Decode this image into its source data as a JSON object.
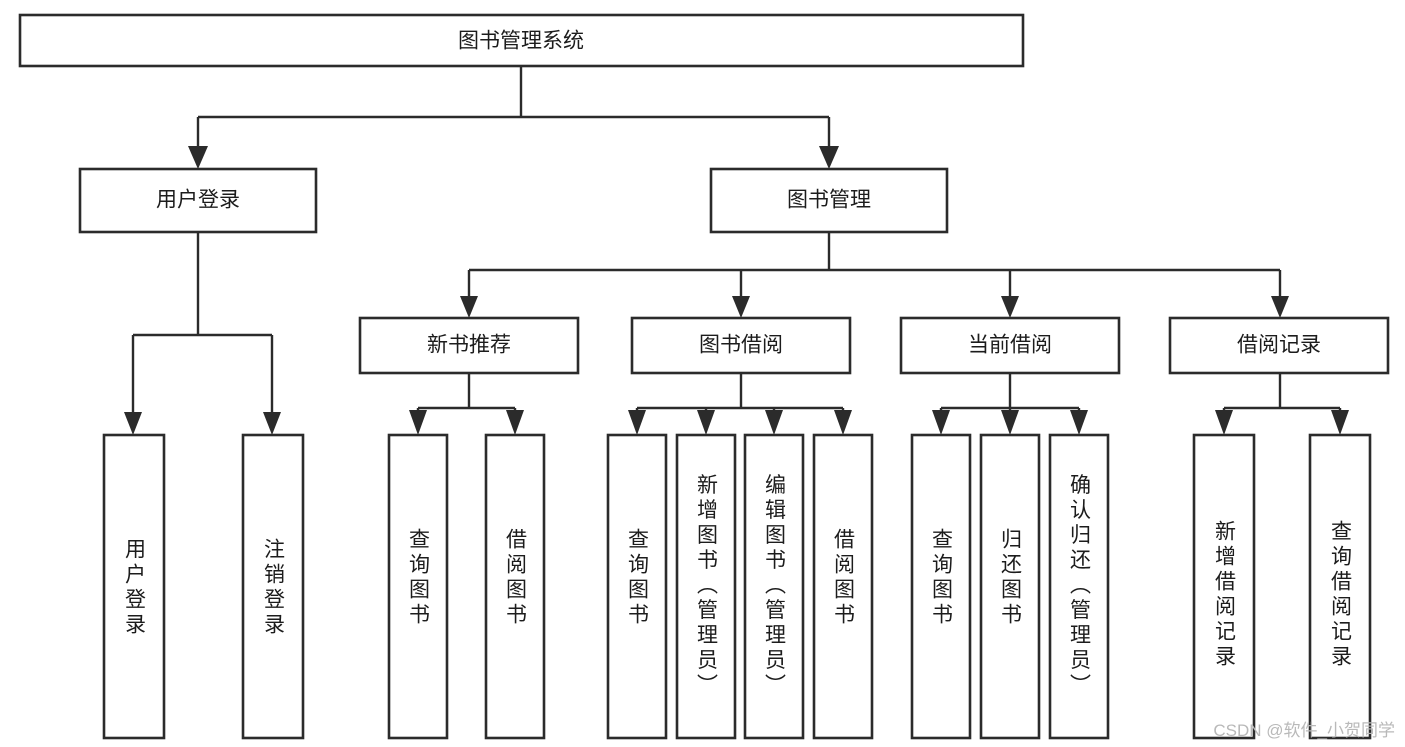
{
  "diagram": {
    "title": "图书管理系统",
    "type": "tree-hierarchy-chart",
    "orientation": "top-down",
    "colors": {
      "box_stroke": "#2b2b2b",
      "box_fill": "#ffffff",
      "connector": "#2b2b2b",
      "text": "#1c1c1c",
      "watermark": "#b9b9b9",
      "background": "#ffffff"
    },
    "root": {
      "label": "图书管理系统"
    },
    "level2": [
      {
        "label": "用户登录"
      },
      {
        "label": "图书管理"
      }
    ],
    "level3": [
      {
        "label": "新书推荐"
      },
      {
        "label": "图书借阅"
      },
      {
        "label": "当前借阅"
      },
      {
        "label": "借阅记录"
      }
    ],
    "leaves": {
      "user_login": [
        {
          "label": "用户登录"
        },
        {
          "label": "注销登录"
        }
      ],
      "new_book_recommend": [
        {
          "label": "查询图书"
        },
        {
          "label": "借阅图书"
        }
      ],
      "book_borrow": [
        {
          "label": "查询图书"
        },
        {
          "label": "新增图书（管理员）"
        },
        {
          "label": "编辑图书（管理员）"
        },
        {
          "label": "借阅图书"
        }
      ],
      "current_borrow": [
        {
          "label": "查询图书"
        },
        {
          "label": "归还图书"
        },
        {
          "label": "确认归还（管理员）"
        }
      ],
      "borrow_record": [
        {
          "label": "新增借阅记录"
        },
        {
          "label": "查询借阅记录"
        }
      ]
    },
    "watermark": "CSDN @软件_小贺同学"
  }
}
